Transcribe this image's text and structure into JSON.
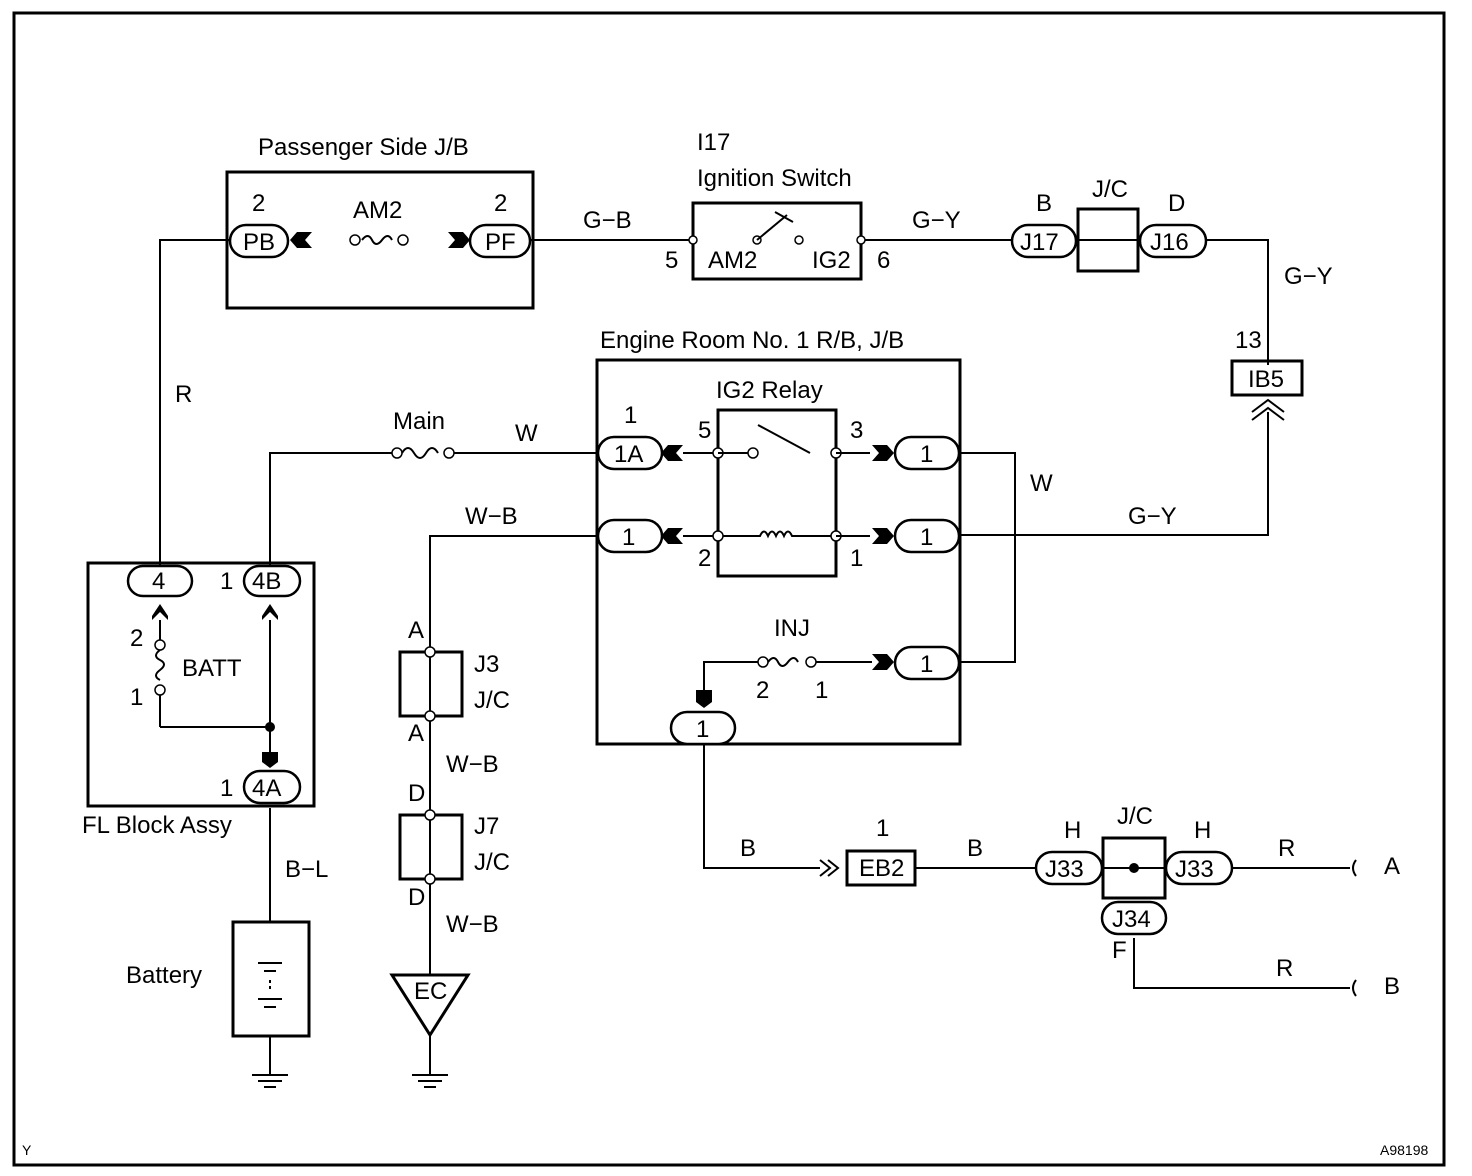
{
  "labels": {
    "passenger_jb": "Passenger Side J/B",
    "ignition_id": "I17",
    "ignition_name": "Ignition Switch",
    "engine_room": "Engine Room No. 1 R/B, J/B",
    "ig2_relay": "IG2 Relay",
    "fl_block": "FL Block Assy",
    "battery": "Battery",
    "main_fuse": "Main",
    "inj_fuse": "INJ",
    "am2_fuse": "AM2",
    "batt_fuse": "BATT",
    "jc": "J/C",
    "jc_j3": "J3",
    "jc_j7": "J7",
    "ground_ec": "EC",
    "footer_left": "Y",
    "footer_right": "A98198"
  },
  "connectors": {
    "pb": "PB",
    "pf": "PF",
    "j17": "J17",
    "j16": "J16",
    "ib5": "IB5",
    "c1a": "1A",
    "c1": "1",
    "c4": "4",
    "c4b": "4B",
    "c4a": "4A",
    "eb2": "EB2",
    "j33": "J33",
    "j34": "J34"
  },
  "pins": {
    "pb": "2",
    "pf": "2",
    "sw_in": "5",
    "sw_out": "6",
    "sw_am2": "AM2",
    "sw_ig2": "IG2",
    "j17": "B",
    "j16": "D",
    "ib5": "13",
    "c1a": "1",
    "relay_5": "5",
    "relay_3": "3",
    "relay_2": "2",
    "relay_1": "1",
    "inj_2": "2",
    "inj_1": "1",
    "batt_2": "2",
    "batt_1": "1",
    "c4b": "1",
    "c4a": "1",
    "j3_top": "A",
    "j3_bot": "A",
    "j7_top": "D",
    "j7_bot": "D",
    "eb2": "1",
    "j33_l": "H",
    "j33_r": "H",
    "j34": "F"
  },
  "wires": {
    "gb": "G−B",
    "gy": "G−Y",
    "r": "R",
    "w": "W",
    "wb": "W−B",
    "b": "B",
    "bl": "B−L"
  },
  "outputs": {
    "a": "A",
    "b": "B"
  }
}
